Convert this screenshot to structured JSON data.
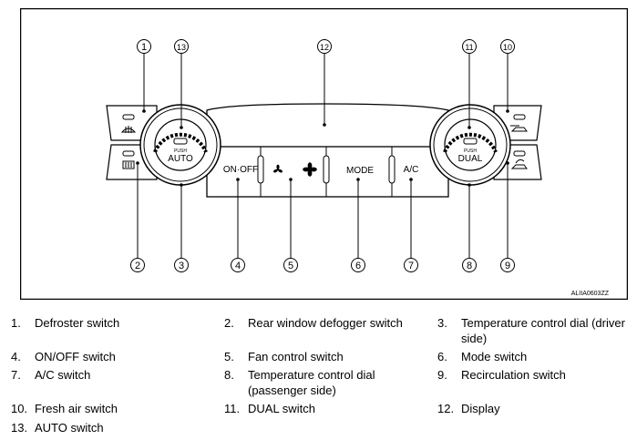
{
  "diagram": {
    "panel_labels": {
      "on_off": "ON·OFF",
      "mode": "MODE",
      "ac": "A/C",
      "auto": "AUTO",
      "dual": "DUAL",
      "push_left": "PUSH",
      "push_right": "PUSH"
    },
    "callouts": [
      "1",
      "2",
      "3",
      "4",
      "5",
      "6",
      "7",
      "8",
      "9",
      "10",
      "11",
      "12",
      "13"
    ],
    "code": "ALIIA0603ZZ"
  },
  "legend": [
    {
      "num": "1.",
      "label": "Defroster switch"
    },
    {
      "num": "2.",
      "label": "Rear window defogger switch"
    },
    {
      "num": "3.",
      "label": "Temperature control dial (driver side)"
    },
    {
      "num": "4.",
      "label": "ON/OFF switch"
    },
    {
      "num": "5.",
      "label": "Fan control switch"
    },
    {
      "num": "6.",
      "label": "Mode switch"
    },
    {
      "num": "7.",
      "label": "A/C switch"
    },
    {
      "num": "8.",
      "label": "Temperature control dial (passenger side)"
    },
    {
      "num": "9.",
      "label": "Recirculation switch"
    },
    {
      "num": "10.",
      "label": "Fresh air switch"
    },
    {
      "num": "11.",
      "label": "DUAL switch"
    },
    {
      "num": "12.",
      "label": "Display"
    },
    {
      "num": "13.",
      "label": "AUTO switch"
    }
  ]
}
